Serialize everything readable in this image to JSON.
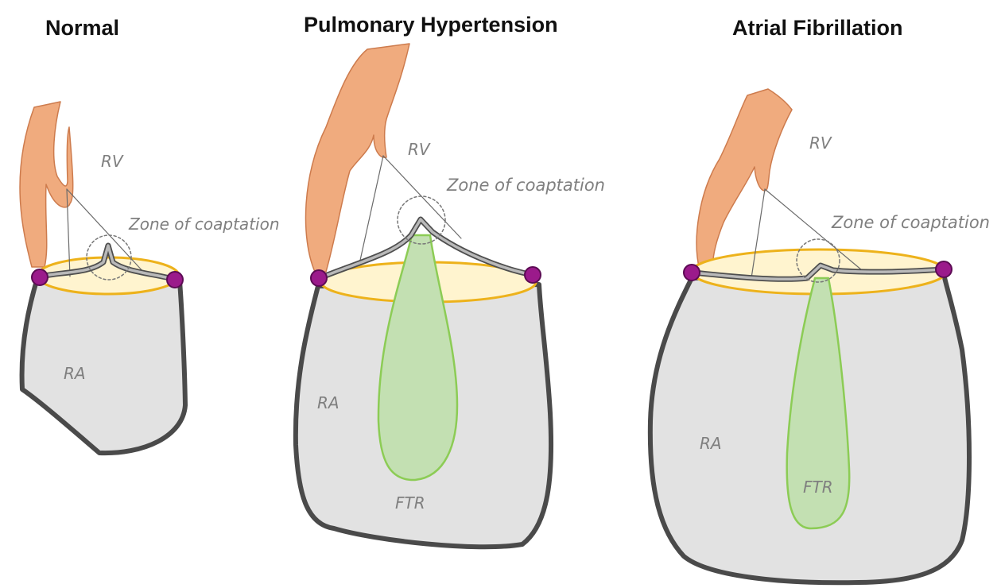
{
  "colors": {
    "muscle_fill": "#f0ab7e",
    "muscle_stroke": "#cd7b4d",
    "atrium_fill": "#e2e2e2",
    "atrium_stroke": "#4a4a4a",
    "annulus_fill": "#fff4cf",
    "annulus_stroke": "#edb21b",
    "leaflet_fill": "#b9b9b9",
    "leaflet_stroke": "#4e4e4e",
    "hinge_fill": "#9b1a8b",
    "hinge_stroke": "#5c0b54",
    "jet_fill": "#c3e0b2",
    "jet_stroke": "#8ccc55",
    "chord_stroke": "#6a6a6a",
    "label_text": "#7f7f7f",
    "title_text": "#111111"
  },
  "icons": {
    "hinge_point": "purple-dot"
  },
  "panels": [
    {
      "title": "Normal",
      "labels": {
        "rv": "RV",
        "zone": "Zone of coaptation",
        "ra": "RA"
      }
    },
    {
      "title": "Pulmonary Hypertension",
      "labels": {
        "rv": "RV",
        "zone": "Zone of coaptation",
        "ra": "RA",
        "ftr": "FTR"
      }
    },
    {
      "title": "Atrial Fibrillation",
      "labels": {
        "rv": "RV",
        "zone": "Zone of coaptation",
        "ra": "RA",
        "ftr": "FTR"
      }
    }
  ]
}
